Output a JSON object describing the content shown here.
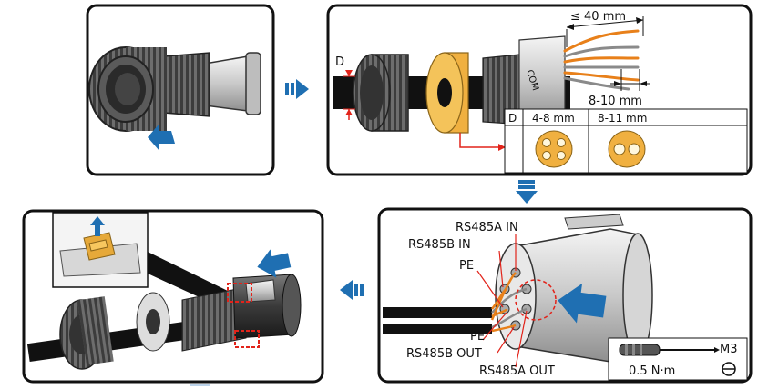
{
  "colors": {
    "panel_border": "#111111",
    "accent_blue": "#1f6fb2",
    "callout_red": "#e2231a",
    "seal_orange": "#f0b040",
    "cable_black": "#111111",
    "wire_orange": "#e8801a",
    "wire_gray": "#8a8a8a"
  },
  "steps": [
    {
      "id": "step-1"
    },
    {
      "id": "step-2",
      "dimensions": {
        "strip_length": "≤ 40 mm",
        "insulation_strip": "8-10 mm",
        "diameter_label": "D"
      },
      "table": {
        "header_d": "D",
        "col1": "4-8 mm",
        "col2": "8-11 mm"
      },
      "connector_marking": "COM"
    },
    {
      "id": "step-3",
      "terminal_labels": {
        "rs485a_in": "RS485A IN",
        "rs485b_in": "RS485B IN",
        "pe_top": "PE",
        "pe_bottom": "PE",
        "rs485b_out": "RS485B OUT",
        "rs485a_out": "RS485A OUT"
      },
      "tool": {
        "thread": "M3",
        "torque": "0.5 N·m"
      }
    },
    {
      "id": "step-4"
    }
  ],
  "icons": [
    "arrow-right-icon",
    "arrow-down-icon",
    "arrow-left-icon",
    "screwdriver-icon",
    "screw-slot-icon"
  ]
}
